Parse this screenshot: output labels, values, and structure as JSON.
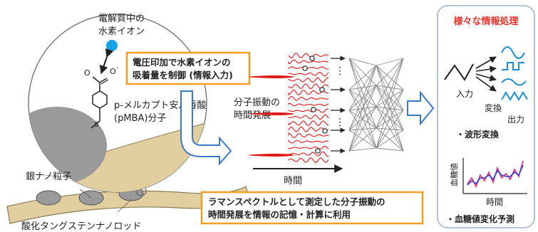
{
  "labels": {
    "electrolyte_line1": "電解質中の",
    "electrolyte_line2": "水素イオン",
    "carboxylate": "O",
    "carboxylate_charge": "-",
    "sulfur": "S",
    "molecule_line1": "p-メルカプト安息香酸",
    "molecule_line2": "(pMBA)分子",
    "silver_np": "銀ナノ粒子",
    "nanorod": "酸化タングステンナノロッド",
    "vibration_line1": "分子振動の",
    "vibration_line2": "時間発展",
    "time_axis": "時間",
    "ellipsis": "⋮"
  },
  "callouts": {
    "voltage_line1": "電圧印加で水素イオンの",
    "voltage_line2": "吸着量を制御 (情報入力)",
    "raman_line1": "ラマンスペクトルとして測定した分子振動の",
    "raman_line2": "時間発展を情報の記憶・計算に利用"
  },
  "panel": {
    "title": "様々な情報処理",
    "input_label": "入力",
    "convert_label": "変換",
    "output_label": "出力",
    "waveform_label": "・波形変換",
    "glucose_ylabel": "血糖値",
    "glucose_xlabel": "時間",
    "glucose_label": "・血糖値変化予測"
  },
  "colors": {
    "accent_orange": "#f0a020",
    "title_red": "#e8342a",
    "signal_red": "#e01818",
    "panel_border": "#9aaed0",
    "arrow_blue": "#3c78c8",
    "wave_blue": "#1f8fd4",
    "ion_blue": "#1aa2e6",
    "nanorod_tan": "#e2cfa0",
    "glucose_pink": "#e0307a",
    "glucose_blue": "#3a3ad0"
  }
}
